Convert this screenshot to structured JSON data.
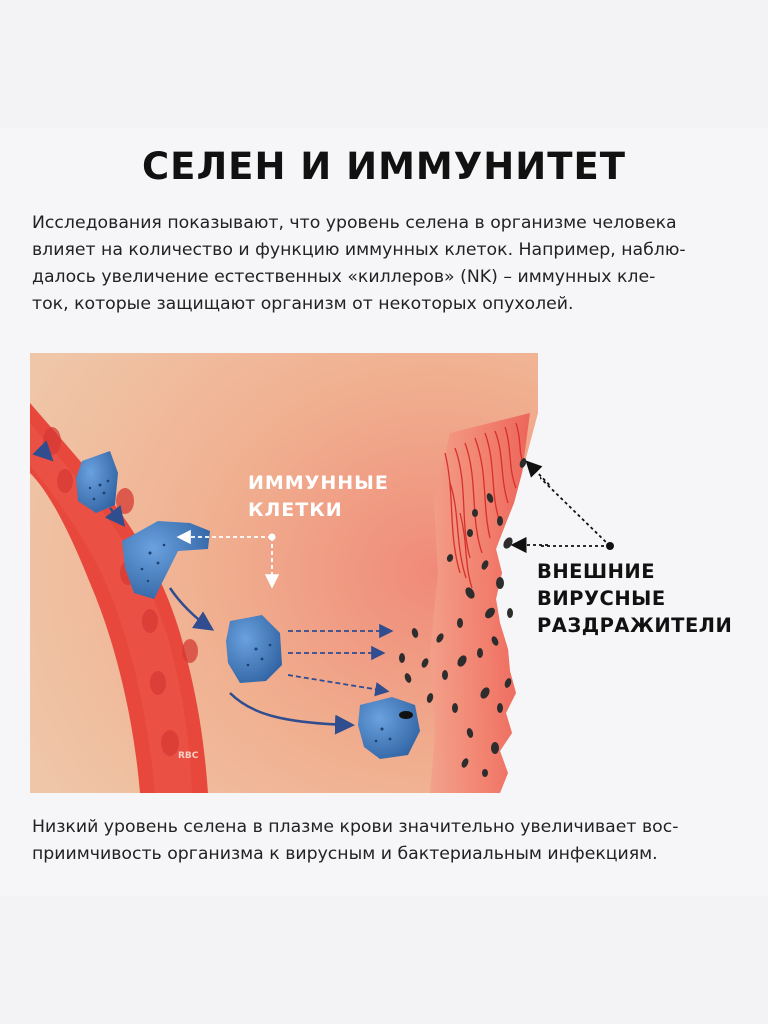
{
  "title": "СЕЛЕН И ИММУНИТЕТ",
  "intro_lines": [
    "Исследования показывают, что уровень селена в организме человека",
    "влияет на количество и функцию иммунных клеток. Например, наблю-",
    "далось увеличение естественных «киллеров» (NK) – иммунных кле-",
    "ток, которые защищают организм от некоторых опухолей."
  ],
  "illustration": {
    "immune_label": [
      "ИММУННЫЕ",
      "КЛЕТКИ"
    ],
    "viral_label": [
      "ВНЕШНИЕ",
      "ВИРУСНЫЕ",
      "РАЗДРАЖИТЕЛИ"
    ],
    "rbc_label": "RBC",
    "colors": {
      "vessel": "#e8483c",
      "tissue": "#eec2a4",
      "immune_cell": "#3f74b8",
      "virus": "#2d2d2d"
    }
  },
  "outro_lines": [
    "Низкий уровень селена в плазме крови значительно увеличивает вос-",
    "приимчивость организма к вирусным и бактериальным инфекциям."
  ]
}
